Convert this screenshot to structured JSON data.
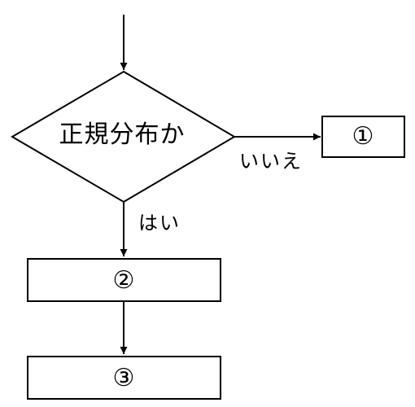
{
  "diagram": {
    "decision": {
      "label": "正規分布か"
    },
    "branches": {
      "no": "いいえ",
      "yes": "はい"
    },
    "boxes": [
      {
        "label": "①"
      },
      {
        "label": "②"
      },
      {
        "label": "③"
      }
    ],
    "colors": {
      "stroke": "#000000",
      "fill": "#ffffff",
      "text": "#000000"
    }
  }
}
